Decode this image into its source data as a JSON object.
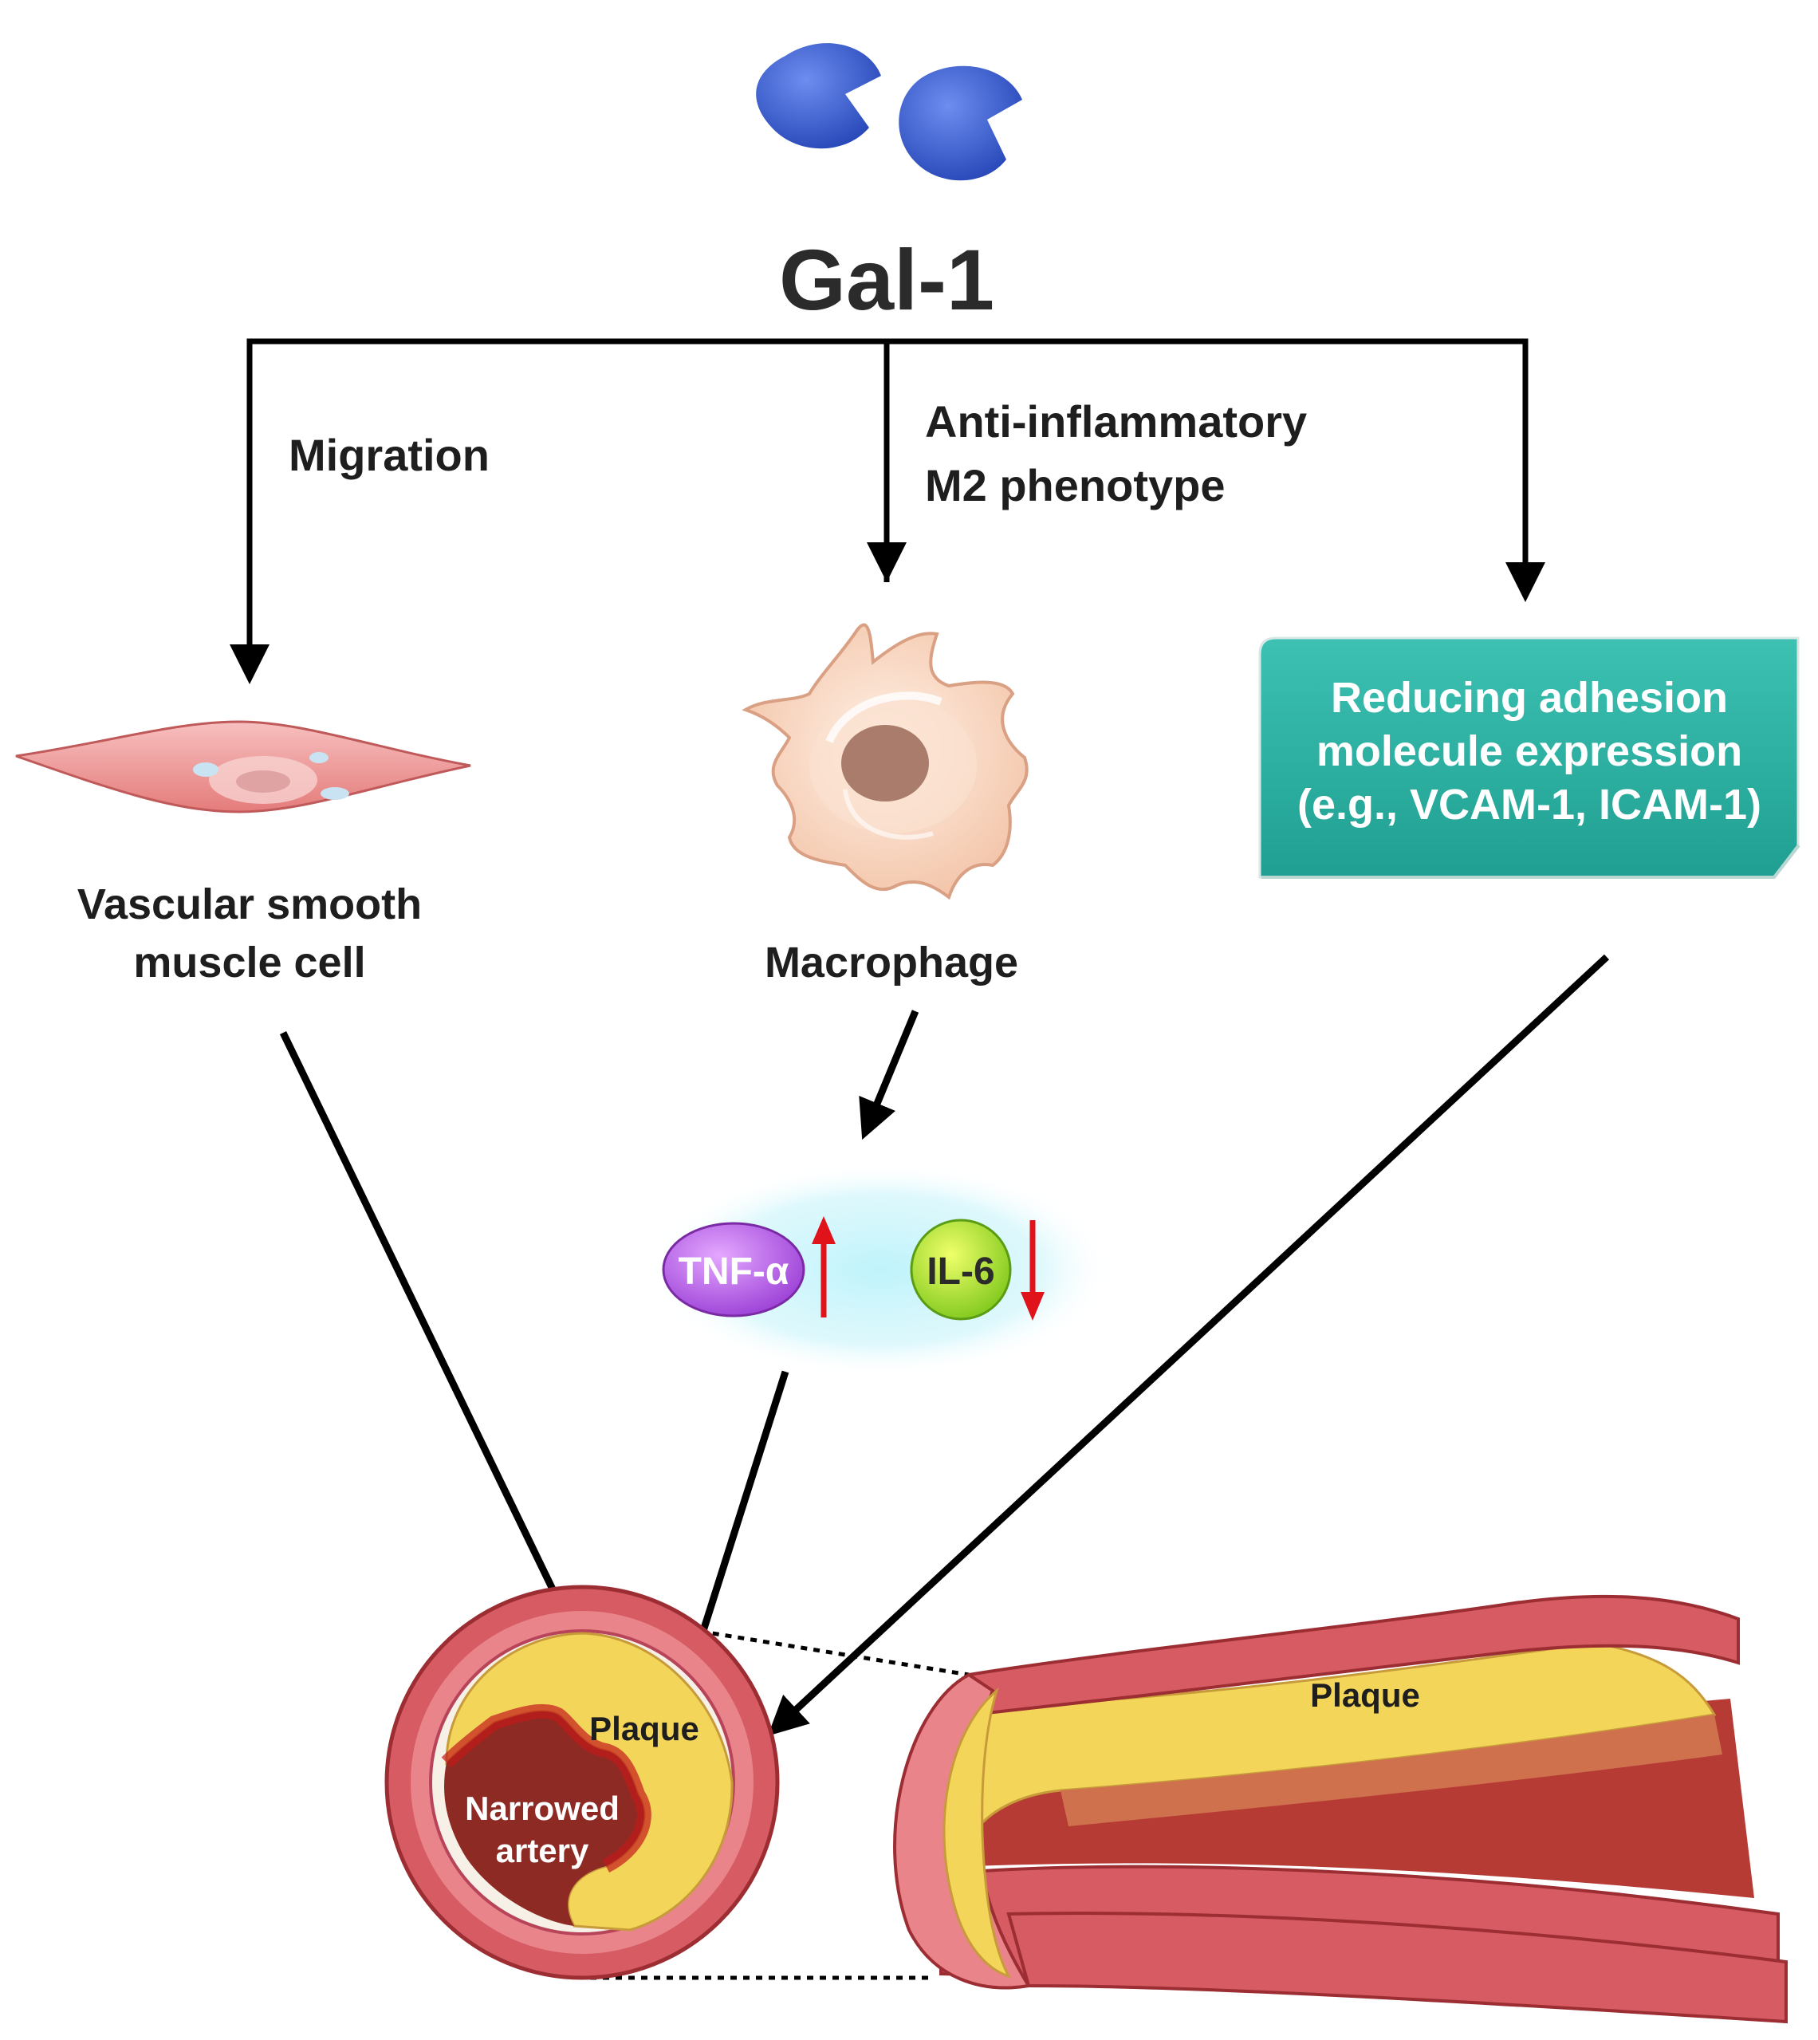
{
  "title": "Gal-1",
  "branches": {
    "migration": "Migration",
    "anti_inflammatory_line1": "Anti-inflammatory",
    "anti_inflammatory_line2": "M2 phenotype"
  },
  "cells": {
    "vsmc_line1": "Vascular smooth",
    "vsmc_line2": "muscle cell",
    "macrophage": "Macrophage"
  },
  "adhesion_box": {
    "line1": "Reducing adhesion",
    "line2": "molecule expression",
    "line3": "(e.g., VCAM-1, ICAM-1)",
    "color": "#2fb3a4"
  },
  "cytokines": {
    "tnf": "TNF-α",
    "tnf_trend": "up",
    "il6": "IL-6",
    "il6_trend": "down",
    "arrow_color": "#e0131b"
  },
  "artery": {
    "plaque_label": "Plaque",
    "narrowed_line1": "Narrowed",
    "narrowed_line2": "artery",
    "longitudinal_plaque_label": "Plaque"
  },
  "colors": {
    "arrow": "#000000",
    "gal1_protein": "#3f63d8",
    "plaque": "#f3d55a"
  }
}
